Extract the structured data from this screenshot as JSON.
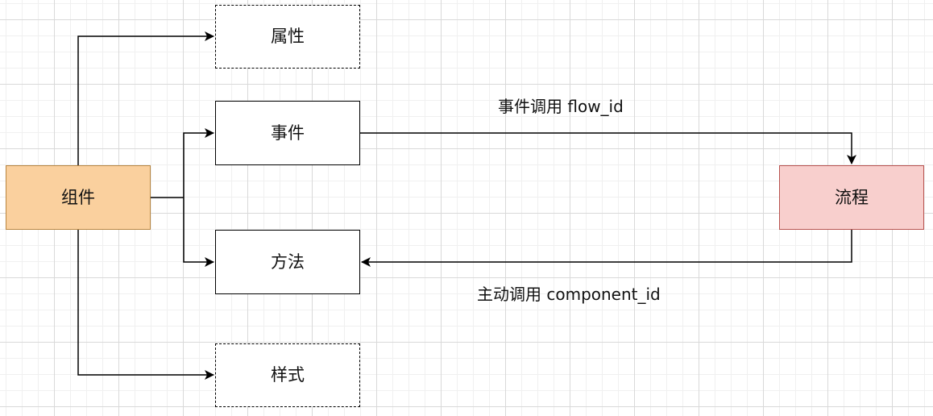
{
  "nodes": {
    "component": "组件",
    "attribute": "属性",
    "event": "事件",
    "method": "方法",
    "style": "样式",
    "flow": "流程"
  },
  "edges": {
    "event_to_flow": "事件调用 flow_id",
    "flow_to_method": "主动调用 component_id"
  },
  "colors": {
    "component_fill": "#fad09e",
    "flow_fill": "#f8cfcd",
    "line": "#000000"
  }
}
